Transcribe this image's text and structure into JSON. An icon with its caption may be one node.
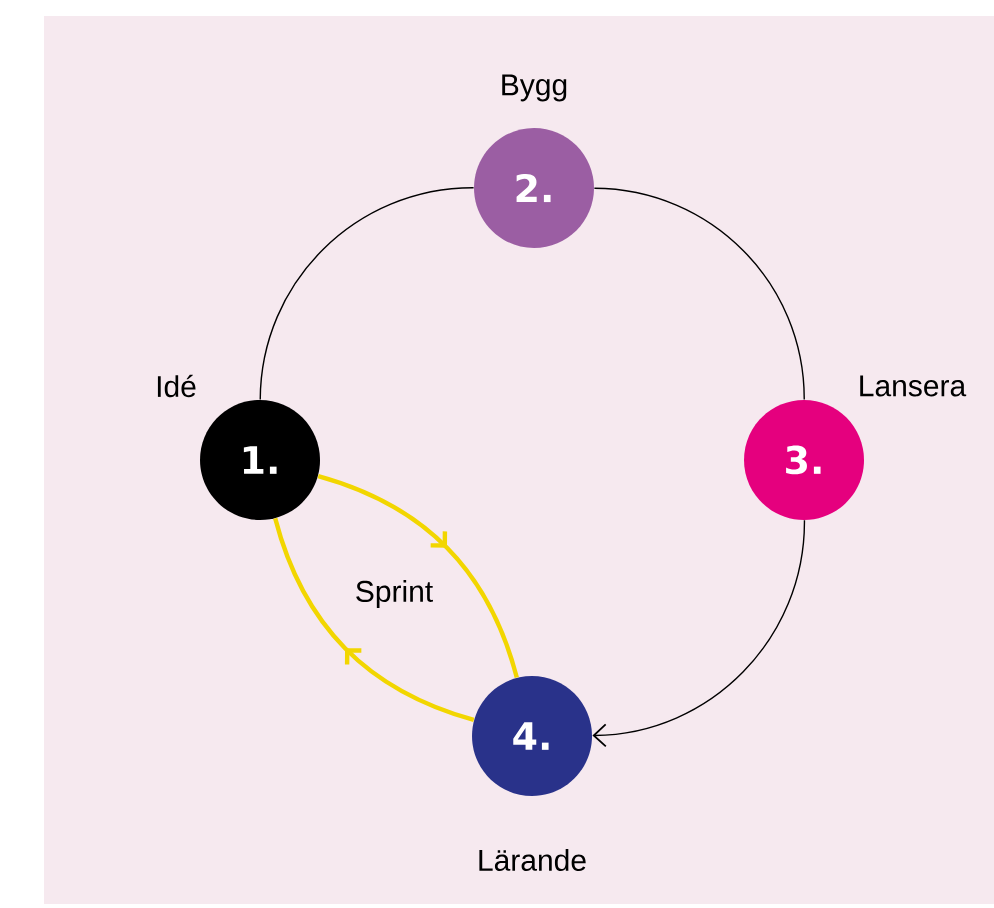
{
  "diagram": {
    "nodes": [
      {
        "text": [
          "1."
        ],
        "beside": [
          "Idé"
        ]
      },
      {
        "text": [
          "2."
        ],
        "beside": [
          "Bygg"
        ]
      },
      {
        "text": [
          "3."
        ],
        "beside": [
          "Lansera"
        ]
      },
      {
        "text": [
          "4."
        ],
        "beside": [
          "Lärande"
        ]
      }
    ],
    "edges": [
      {
        "from": 0,
        "to": 1,
        "arrow": "none"
      },
      {
        "from": 1,
        "to": 2,
        "arrow": "none"
      },
      {
        "from": 2,
        "to": 3,
        "arrow": "to"
      },
      {
        "from": 0,
        "to": 3,
        "arrow": "to",
        "style": "thick",
        "color": "#f2d600"
      },
      {
        "from": 3,
        "to": 0,
        "arrow": "to",
        "style": "thick",
        "color": "#f2d600"
      }
    ],
    "labels": [
      "Sprint"
    ]
  }
}
